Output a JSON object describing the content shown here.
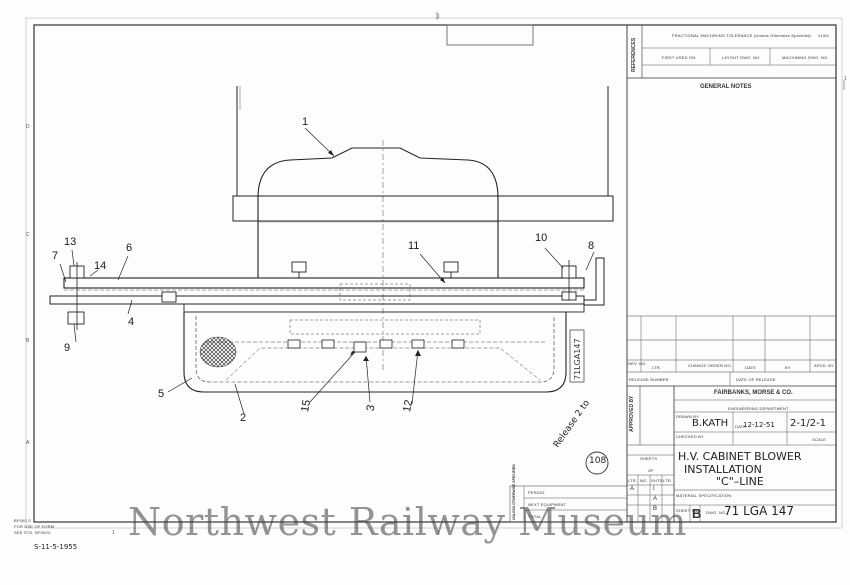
{
  "drawing": {
    "callouts": [
      "1",
      "2",
      "3",
      "4",
      "5",
      "6",
      "7",
      "8",
      "9",
      "10",
      "11",
      "12",
      "13",
      "14",
      "15"
    ],
    "part_stamp": "71LGA147",
    "zone_letters": [
      "D",
      "C",
      "B",
      "A"
    ],
    "zone_numbers": [
      "1",
      "1",
      "1",
      "1"
    ]
  },
  "title_block": {
    "tolerance_label": "FRACTIONAL MACHINING TOLERANCE (Unless Otherwise Specified)",
    "tolerance_value": "±1/64",
    "ref_first_used": "FIRST USED ON",
    "ref_layout": "LAYOUT DWG. NO.",
    "ref_machining": "MACHINING DWG. NO.",
    "references_label": "REFERENCES",
    "general_notes": "GENERAL NOTES",
    "rev_headers": [
      "REV. NO.",
      "LTR.",
      "CHANGE ORDER NO.",
      "DATE",
      "BY",
      "APVD. BY"
    ],
    "release_number": "RELEASE NUMBER",
    "date_of_release": "DATE OF RELEASE",
    "company": "FAIRBANKS, MORSE & CO.",
    "department": "ENGINEERING DEPARTMENT",
    "drawn_by_label": "DRAWN BY",
    "drawn_by": "B.KATH",
    "date_label": "DATE",
    "date": "12-12-51",
    "scale_value": "2-1/2-1",
    "checked_label": "CHECKED BY",
    "scale_label": "SCALE",
    "approved_label": "APPROVED BY",
    "dwg_title_lines": [
      "H.V. CABINET  BLOWER",
      "INSTALLATION",
      "\"C\"–LINE"
    ],
    "material_label": "MATERIAL SPECIFICATION",
    "sheets_label": "SHEETS",
    "of_label": "OF",
    "size_label": "SHEET SIZE",
    "size": "B",
    "dwg_no_label": "DWG. NO.",
    "dwg_no": "71 LGA 147",
    "sheet_col_headers": [
      "LTR.",
      "NO.",
      "SHTS.",
      "LTR."
    ],
    "sheet_rows": [
      [
        "A",
        "I"
      ],
      [
        "",
        "A"
      ],
      [
        "",
        "B"
      ]
    ],
    "small_box_labels": [
      "PERIOD",
      "NEXT EQUIPMENT",
      "TOTAL"
    ],
    "small_box_side": "UNLESS OTHERWISE SPECIFIED"
  },
  "margin_notes": {
    "form_codes": [
      "BF900-3",
      "FOR USE OF FORM",
      "SEE STD. BF900C"
    ],
    "stamp_left": "S-11-5-1955",
    "handwritten": "Release 2 to",
    "handwritten_circle": "108"
  },
  "watermark": "Northwest Railway Museum",
  "colors": {
    "paper": "#fdfdfb",
    "ink": "#1f1f1f",
    "watermark": "#4a4a4a"
  }
}
